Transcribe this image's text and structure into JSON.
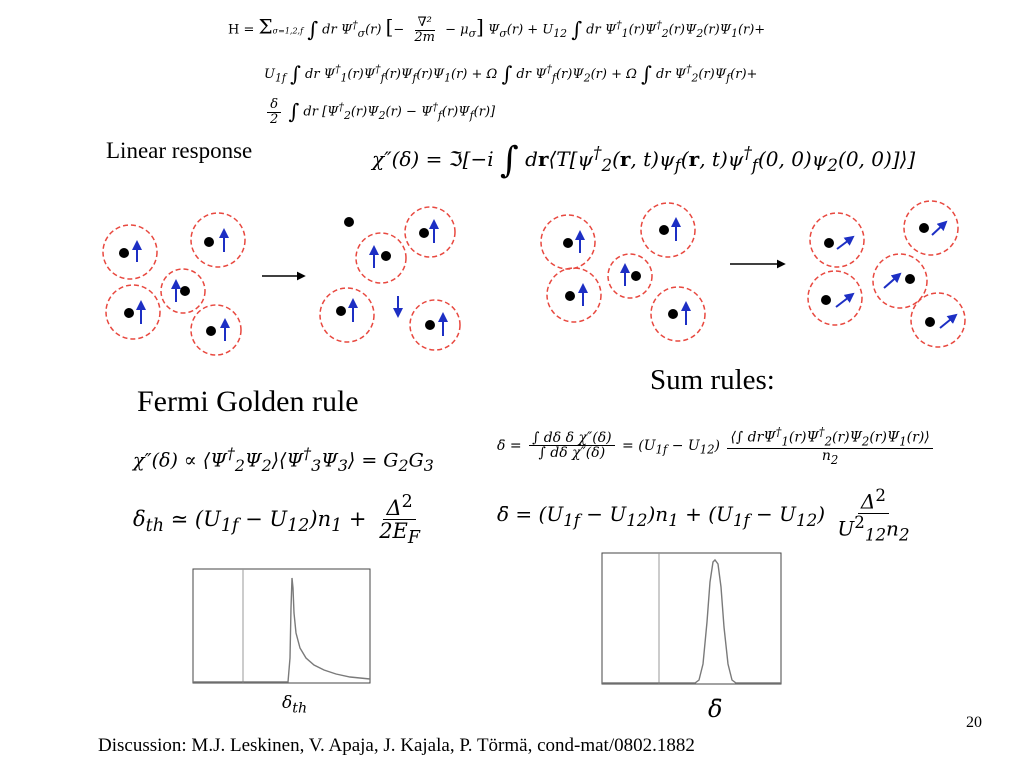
{
  "hamiltonian": {
    "lines": [
      "H = Σσ=1,2,f ∫ dr Ψ†σ(r) [ −∇²/2m − μσ ] Ψσ(r) + U12 ∫ dr Ψ†1(r)Ψ†2(r)Ψ2(r)Ψ1(r)+",
      "U1f ∫ dr Ψ†1(r)Ψ†f(r)Ψf(r)Ψ1(r) + Ω ∫ dr Ψ†f(r)Ψ2(r) + Ω ∫ dr Ψ†2(r)Ψf(r)+",
      "δ/2 ∫ dr [Ψ†2(r)Ψ2(r) − Ψ†f(r)Ψf(r)]"
    ]
  },
  "linear_response": {
    "label": "Linear response",
    "formula": "χ″(δ) = ℑ[−i ∫ dr⟨T[ψ†2(r, t)ψf(r, t)ψ†f(0, 0)ψ2(0, 0)]⟩]"
  },
  "fermi_golden_rule": {
    "title": "Fermi Golden rule",
    "formula1": "χ″(δ) ∝ ⟨Ψ†2Ψ2⟩⟨Ψ†3Ψ3⟩ = G2G3",
    "formula2_lhs": "δth ≃ (U1f − U12)n1 +",
    "formula2_num": "Δ²",
    "formula2_den": "2EF",
    "plot_label": "δth"
  },
  "sum_rules": {
    "title": "Sum rules:",
    "formula1_lhs": "δ̄ =",
    "formula1_num": "∫ dδ δ χ″(δ)",
    "formula1_den": "∫ dδ χ″(δ)",
    "formula1_mid": "= (U1f − U12)",
    "formula1_num2": "⟨∫ drΨ†1(r)Ψ†2(r)Ψ2(r)Ψ1(r)⟩",
    "formula1_den2": "n2",
    "formula2_lhs": "δ̄ = (U1f − U12)n1 + (U1f − U12)",
    "formula2_num": "Δ²",
    "formula2_den": "U²12n2",
    "plot_label": "δ̄"
  },
  "footer": {
    "citation": "Discussion: M.J. Leskinen, V. Apaja, J. Kajala, P. Törmä, cond-mat/0802.1882",
    "page_number": "20"
  },
  "colors": {
    "circle": "#e8483f",
    "arrow": "#1d2fc4",
    "dot": "#000000",
    "plot_line": "#7a7a7a"
  }
}
